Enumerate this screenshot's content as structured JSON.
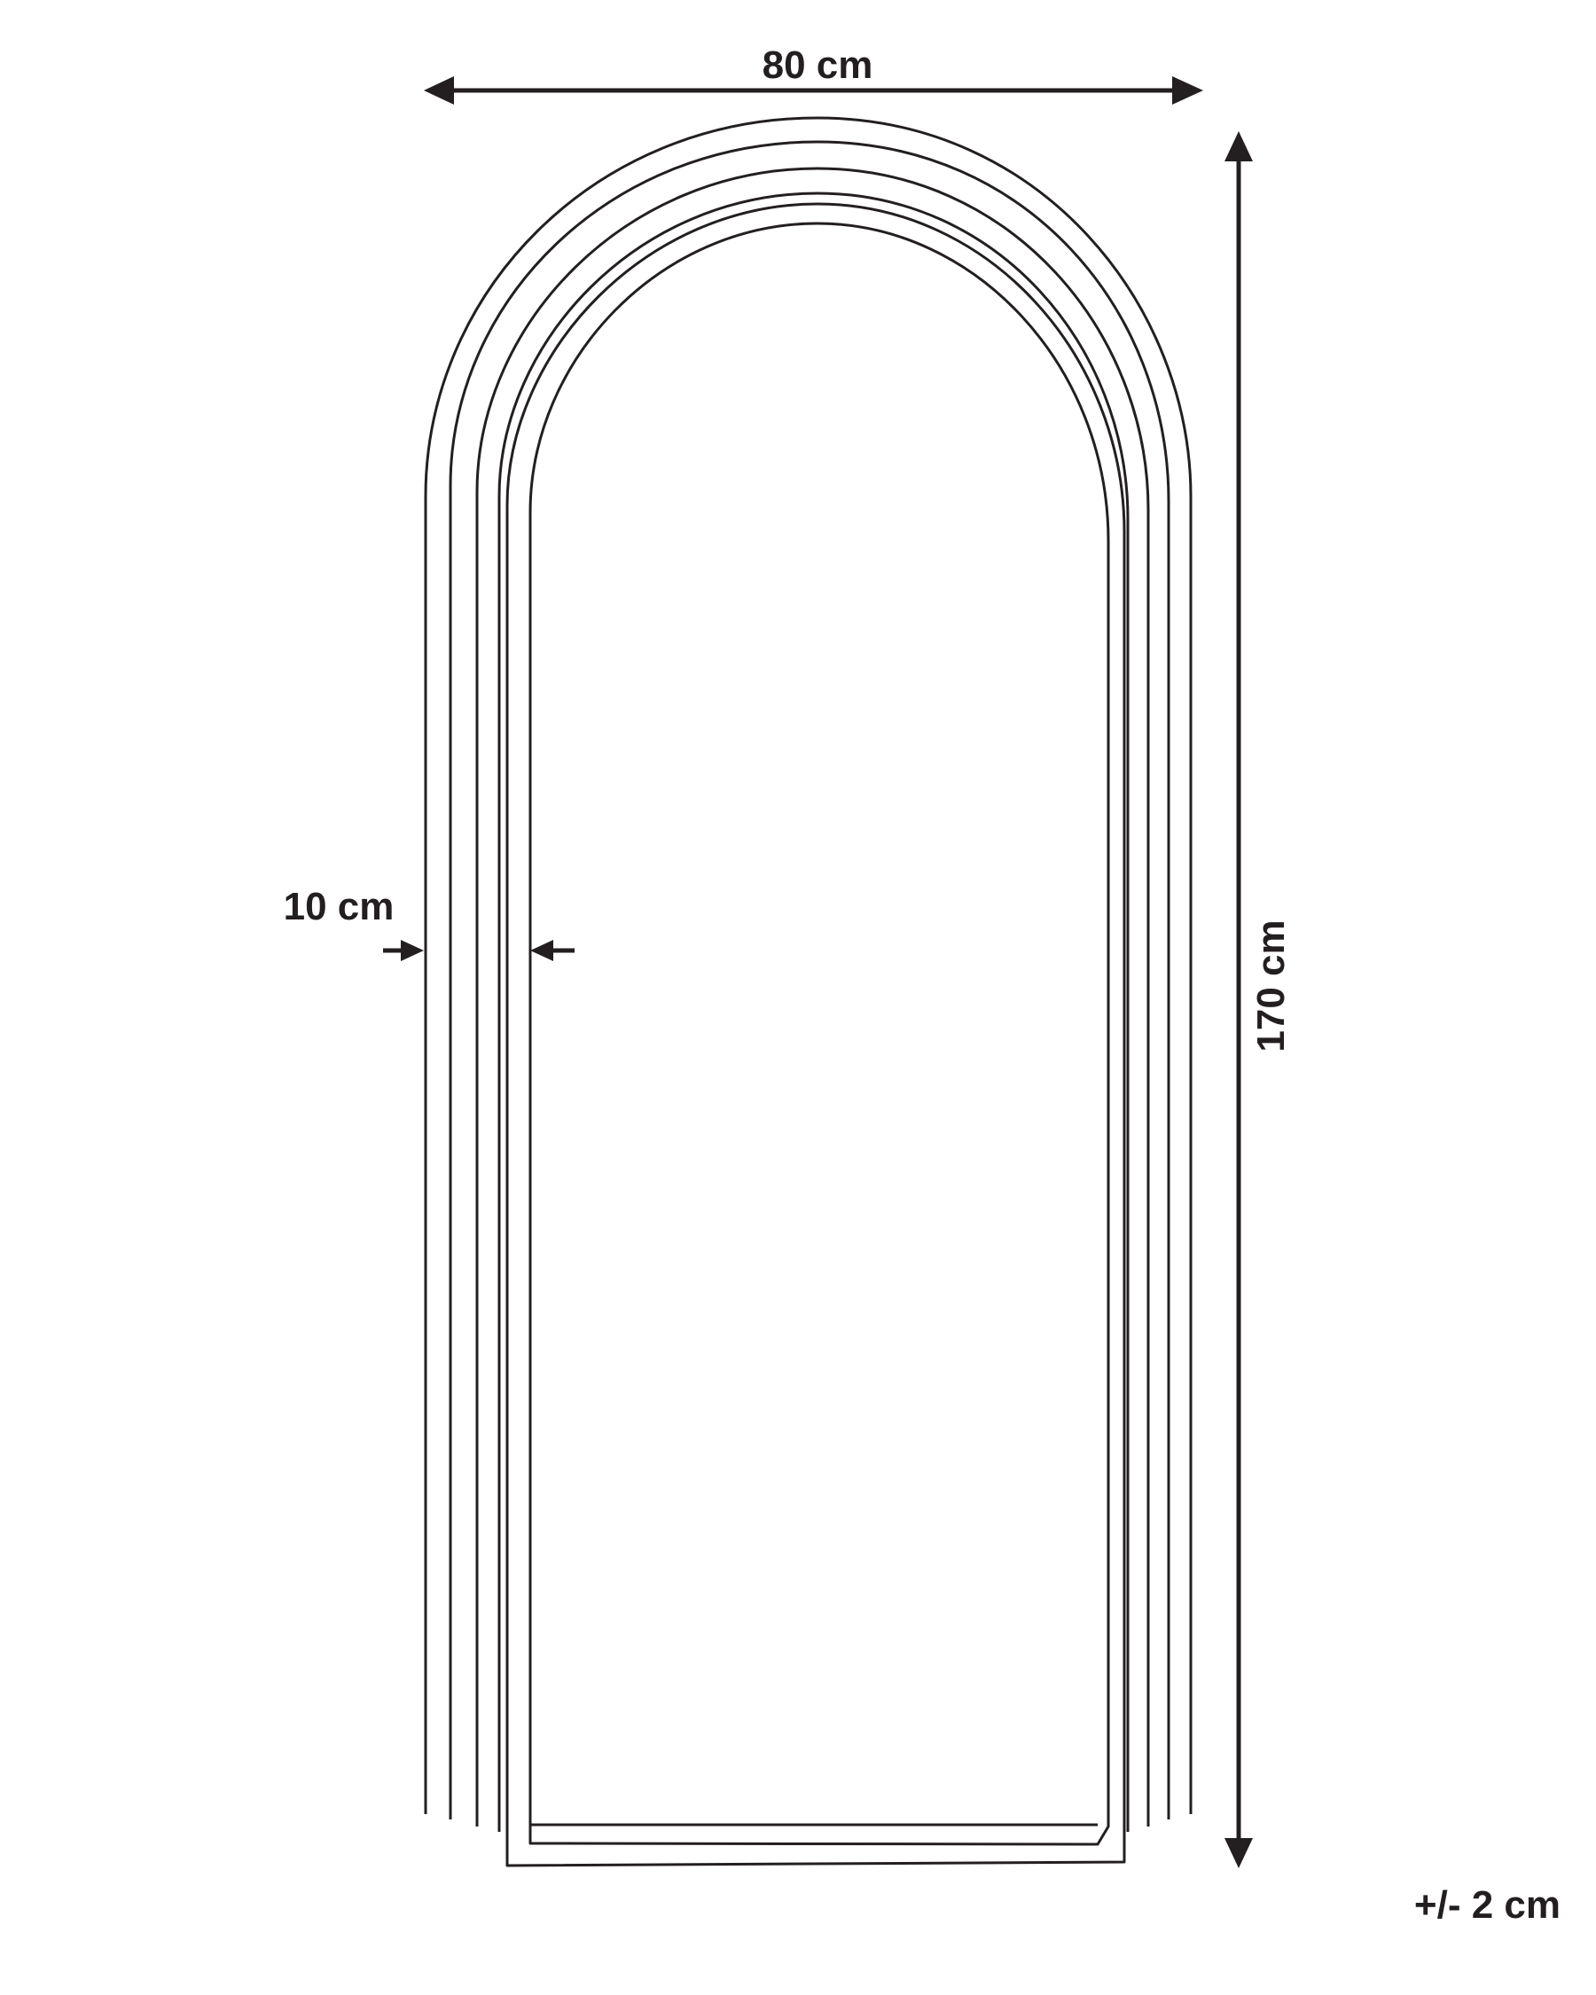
{
  "dimensions": {
    "width_label": "80 cm",
    "height_label": "170 cm",
    "frame_width_label": "10 cm",
    "tolerance_label": "+/- 2 cm"
  },
  "colors": {
    "line": "#231f20",
    "background": "#ffffff"
  }
}
